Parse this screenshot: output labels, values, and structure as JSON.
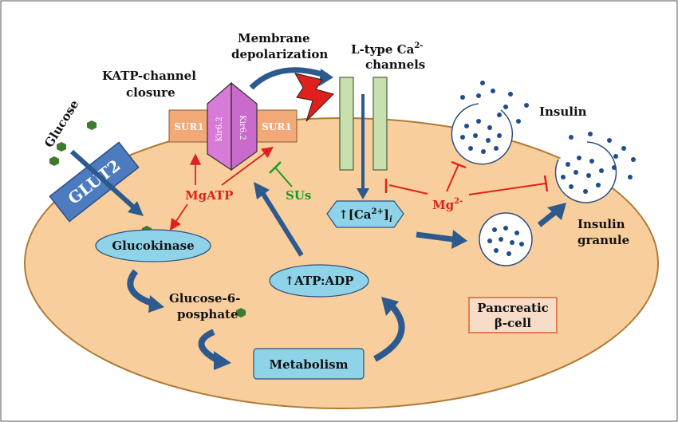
{
  "labels": {
    "membrane_depolarization_1": "Membrane",
    "membrane_depolarization_2": "depolarization",
    "ltype_1": "L-type Ca",
    "ltype_sup": "2-",
    "ltype_2": "channels",
    "katp_1": "KATP-channel",
    "katp_2": "closure",
    "glucose": "Glucose",
    "glut2": "GLUT2",
    "sur1_left": "SUR1",
    "sur1_right": "SUR1",
    "kir_left": "Kir6.2",
    "kir_right": "Kir6.2",
    "mgatp": "MgATP",
    "sus": "SUs",
    "glucokinase": "Glucokinase",
    "g6p_1": "Glucose-6-",
    "g6p_2": "posphate",
    "atp_adp": "↑ATP:ADP",
    "metabolism": "Metabolism",
    "calcium_prefix": "↑[Ca",
    "calcium_sup": "2+",
    "calcium_suffix": "]",
    "calcium_sub": "i",
    "mg": "Mg",
    "mg_sup": "2-",
    "insulin": "Insulin",
    "insulin_granule_1": "Insulin",
    "insulin_granule_2": "granule",
    "pancreatic_1": "Pancreatic",
    "pancreatic_2": "β-cell"
  },
  "colors": {
    "cell_fill": "#f8cf9c",
    "cell_stroke": "#b07a36",
    "arrow_blue": "#2d5a8e",
    "node_fill": "#8fd3e8",
    "sur1_fill": "#f3a877",
    "kir_fill": "#d77ad8",
    "channel_fill": "#c8dfae",
    "inhibit_red": "#e02020",
    "inhibit_green": "#1a9a2a",
    "glucose_green": "#3f7a2f",
    "lightning": "#e0201c",
    "box_fill": "#f7dcc8",
    "box_stroke": "#e06030"
  }
}
